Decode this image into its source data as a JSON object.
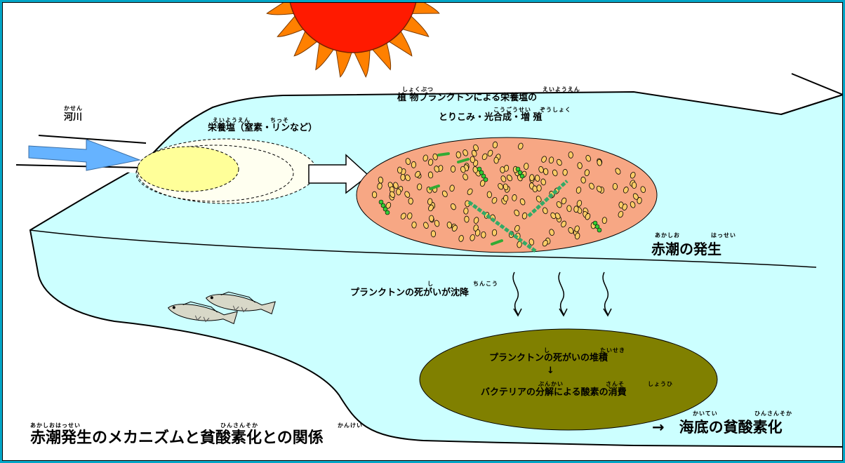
{
  "labels": {
    "river_ruby": "かせん",
    "river": "河川",
    "nutrient_ruby_a": "えいようえん",
    "nutrient_ruby_b": "ちっそ",
    "nutrient_salts": "栄養塩（窒素・リンなど）",
    "uptake_ruby_a": "しょくぶつ",
    "uptake_ruby_b": "えいようえん",
    "uptake_line1": "植 物プランクトンによる栄養塩の",
    "uptake_ruby_c": "こうごうせい",
    "uptake_ruby_d": "ぞうしょく",
    "uptake_line2": "とりこみ・光合成・増 殖",
    "red_tide_ruby_a": "あかしお",
    "red_tide_ruby_b": "はっせい",
    "red_tide": "赤潮の発生",
    "sinking_ruby_a": "し",
    "sinking_ruby_b": "ちんこう",
    "sinking": "プランクトンの死がいが沈降",
    "sediment_ruby_a": "し",
    "sediment_ruby_b": "たいせき",
    "sediment": "プランクトンの死がいの堆積",
    "arrow_down": "↓",
    "bacteria_ruby_a": "ぶんかい",
    "bacteria_ruby_b": "さんそ",
    "bacteria_ruby_c": "しょうひ",
    "bacteria": "バクテリアの分解による酸素の消費",
    "hypoxia_ruby_a": "かいてい",
    "hypoxia_ruby_b": "ひんさんそか",
    "hypoxia": "→　海底の貧酸素化",
    "title_ruby_a": "あかしおはっせい",
    "title_ruby_b": "ひんさんそか",
    "title_ruby_c": "かんけい",
    "title": "赤潮発生のメカニズムと貧酸素化との関係"
  },
  "colors": {
    "frame": "#00a6c8",
    "water": "#ccffff",
    "river_arrow": "#66b3ff",
    "nutrient_core": "#ffff99",
    "nutrient_halo": "#fffff0",
    "red_tide_patch": "#f7a784",
    "plankton": "#ffcc66",
    "chain": "#33cc33",
    "diatom": "#33aa66",
    "sediment": "#808000",
    "sun_body": "#ff1a00",
    "sun_rays": "#ff8000"
  },
  "icons": [
    "sun-icon",
    "fish-icon",
    "sinking-arrow-icon",
    "plankton-icon"
  ]
}
